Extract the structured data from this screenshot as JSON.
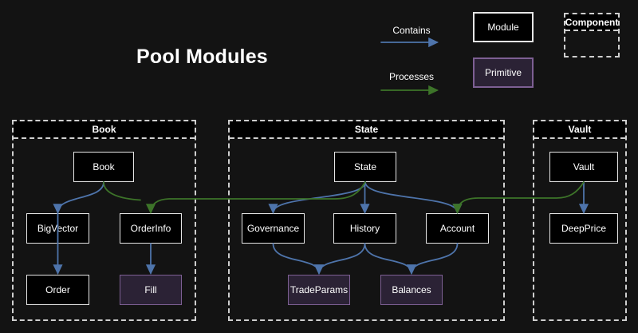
{
  "title": "Pool Modules",
  "legend": {
    "contains": "Contains",
    "processes": "Processes",
    "module": "Module",
    "primitive": "Primitive",
    "component": "Component"
  },
  "containers": {
    "book": {
      "label": "Book"
    },
    "state": {
      "label": "State"
    },
    "vault": {
      "label": "Vault"
    }
  },
  "nodes": {
    "book": {
      "label": "Book",
      "type": "module"
    },
    "bigvector": {
      "label": "BigVector",
      "type": "module"
    },
    "orderinfo": {
      "label": "OrderInfo",
      "type": "module"
    },
    "order": {
      "label": "Order",
      "type": "module"
    },
    "fill": {
      "label": "Fill",
      "type": "primitive"
    },
    "state": {
      "label": "State",
      "type": "module"
    },
    "governance": {
      "label": "Governance",
      "type": "module"
    },
    "history": {
      "label": "History",
      "type": "module"
    },
    "account": {
      "label": "Account",
      "type": "module"
    },
    "tradeparams": {
      "label": "TradeParams",
      "type": "primitive"
    },
    "balances": {
      "label": "Balances",
      "type": "primitive"
    },
    "vault": {
      "label": "Vault",
      "type": "module"
    },
    "deepprice": {
      "label": "DeepPrice",
      "type": "module"
    }
  },
  "edges": [
    {
      "from": "Book",
      "to": "BigVector",
      "type": "contains"
    },
    {
      "from": "Book",
      "to": "OrderInfo",
      "type": "processes"
    },
    {
      "from": "BigVector",
      "to": "Order",
      "type": "contains"
    },
    {
      "from": "OrderInfo",
      "to": "Fill",
      "type": "contains"
    },
    {
      "from": "State",
      "to": "Governance",
      "type": "contains"
    },
    {
      "from": "State",
      "to": "History",
      "type": "contains"
    },
    {
      "from": "State",
      "to": "Account",
      "type": "contains"
    },
    {
      "from": "State",
      "to": "OrderInfo",
      "type": "processes"
    },
    {
      "from": "Governance",
      "to": "TradeParams",
      "type": "contains"
    },
    {
      "from": "History",
      "to": "TradeParams",
      "type": "contains"
    },
    {
      "from": "History",
      "to": "Balances",
      "type": "contains"
    },
    {
      "from": "Account",
      "to": "Balances",
      "type": "contains"
    },
    {
      "from": "Vault",
      "to": "DeepPrice",
      "type": "contains"
    },
    {
      "from": "Vault",
      "to": "Account",
      "type": "processes"
    }
  ],
  "colors": {
    "background": "#131313",
    "module_fill": "#000000",
    "module_border": "#e6e6e6",
    "primitive_fill": "#2b2235",
    "primitive_border": "#7d5f93",
    "contains_arrow": "#4e74ab",
    "processes_arrow": "#3d7429",
    "dashed_border": "#cfcfcf",
    "text": "#ffffff"
  }
}
